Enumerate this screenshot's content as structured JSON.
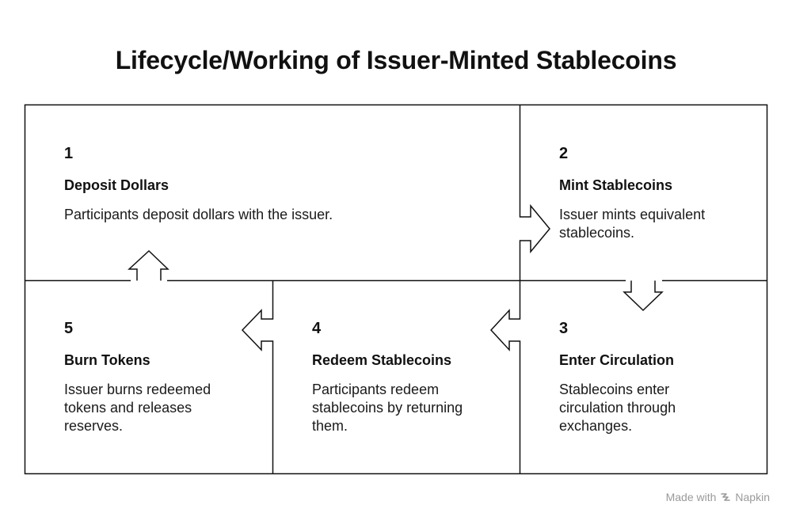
{
  "title": "Lifecycle/Working of Issuer-Minted Stablecoins",
  "steps": [
    {
      "number": "1",
      "heading": "Deposit Dollars",
      "description": "Participants deposit dollars with the issuer."
    },
    {
      "number": "2",
      "heading": "Mint Stablecoins",
      "description": "Issuer mints equivalent stablecoins."
    },
    {
      "number": "3",
      "heading": "Enter Circulation",
      "description": "Stablecoins enter circulation through exchanges."
    },
    {
      "number": "4",
      "heading": "Redeem Stablecoins",
      "description": "Participants redeem stablecoins by returning them."
    },
    {
      "number": "5",
      "heading": "Burn Tokens",
      "description": "Issuer burns redeemed tokens and releases reserves."
    }
  ],
  "watermark": {
    "made_with": "Made with",
    "brand": "Napkin",
    "icon": "napkin-logo-icon"
  },
  "colors": {
    "line": "#111111",
    "text": "#111111",
    "watermark": "#9a9a9a"
  }
}
